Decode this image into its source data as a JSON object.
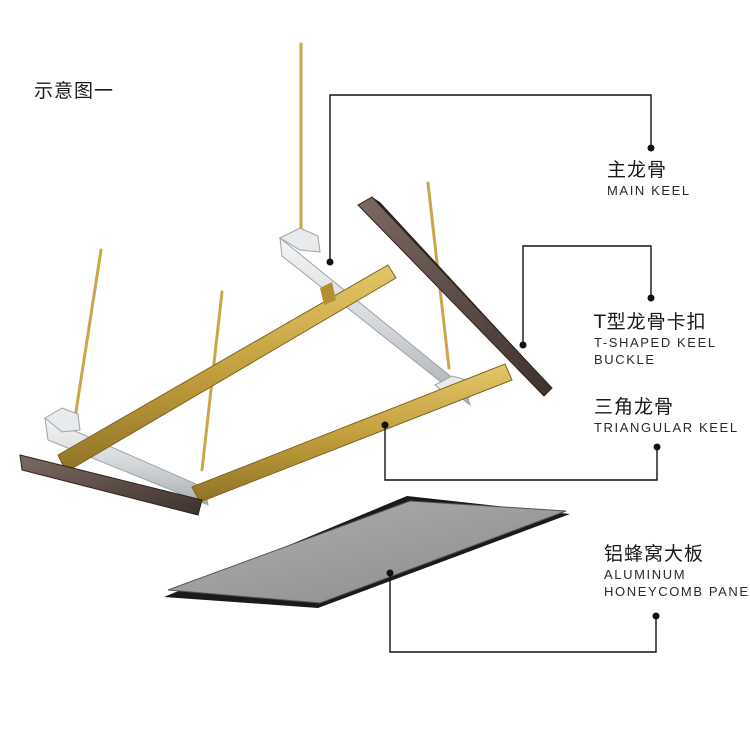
{
  "title": "示意图一",
  "callouts": {
    "main_keel": {
      "cn": "主龙骨",
      "en": "MAIN KEEL"
    },
    "t_buckle": {
      "cn": "T型龙骨卡扣",
      "en_line1": "T-SHAPED KEEL",
      "en_line2": "BUCKLE"
    },
    "triangular_keel": {
      "cn": "三角龙骨",
      "en": "TRIANGULAR KEEL"
    },
    "panel": {
      "cn": "铝蜂窝大板",
      "en_line1": "ALUMINUM",
      "en_line2": "HONEYCOMB PANEL"
    }
  },
  "colors": {
    "rod": "#c9a64a",
    "triangle_keel": "#c8a84a",
    "main_keel": "#d9dde0",
    "t_keel": "#5a4a44",
    "panel_face": "#9a9a9a",
    "leader_line": "#111111"
  }
}
